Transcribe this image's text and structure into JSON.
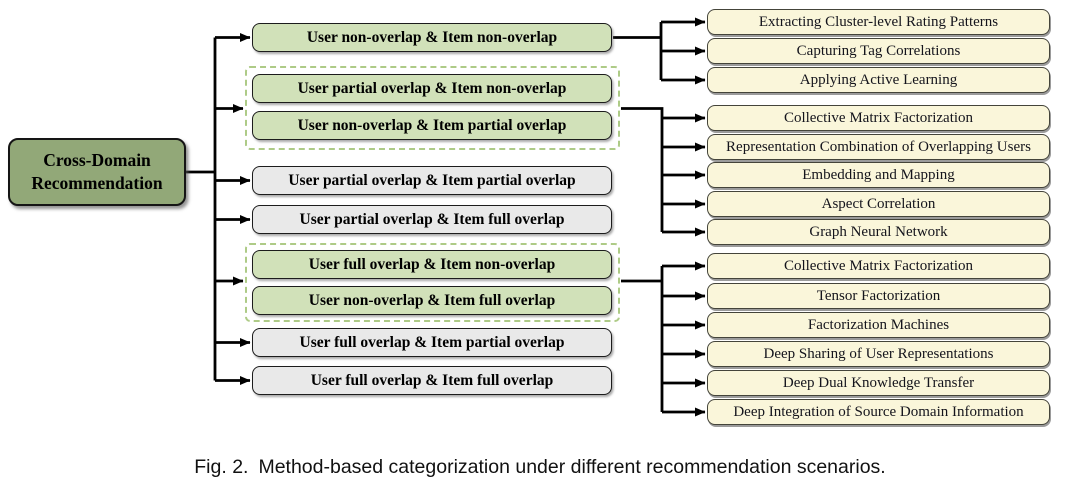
{
  "colors": {
    "root_fill": "#92a878",
    "scenario_green_fill": "#d1e1b9",
    "scenario_gray_fill": "#e9e9e9",
    "method_fill": "#faf6da",
    "dashed_border": "#aecb87",
    "box_border": "#1c1c1c",
    "method_border": "#44443a",
    "line_color": "#000000"
  },
  "root_node": {
    "label": "Cross-Domain Recommendation"
  },
  "scenarios": {
    "s0": "User non-overlap & Item non-overlap",
    "g1a": "User partial overlap & Item non-overlap",
    "g1b": "User non-overlap & Item partial overlap",
    "s1": "User partial overlap & Item partial overlap",
    "s2": "User partial overlap & Item full overlap",
    "g2a": "User full overlap & Item non-overlap",
    "g2b": "User non-overlap & Item full overlap",
    "s3": "User full overlap & Item partial overlap",
    "s4": "User full overlap & Item full overlap"
  },
  "methods": {
    "group1": [
      "Extracting Cluster-level Rating Patterns",
      "Capturing Tag Correlations",
      "Applying Active Learning"
    ],
    "group2": [
      "Collective Matrix Factorization",
      "Representation Combination of Overlapping Users",
      "Embedding and Mapping",
      "Aspect Correlation",
      "Graph Neural Network"
    ],
    "group3": [
      "Collective Matrix Factorization",
      "Tensor Factorization",
      "Factorization Machines",
      "Deep Sharing of User  Representations",
      "Deep Dual Knowledge Transfer",
      "Deep Integration of Source Domain Information"
    ]
  },
  "caption": {
    "label": "Fig. 2.",
    "text": "Method-based categorization under different recommendation scenarios."
  }
}
